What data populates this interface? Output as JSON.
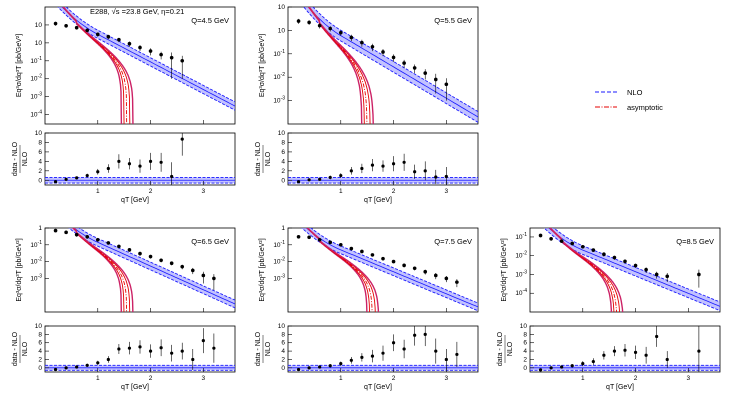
{
  "figure": {
    "title_text": "E288, √s =23.8 GeV, η=0.21",
    "upper_ylabel": "Eq³σ/dq³T [pb/GeV²]",
    "lower_ylabel_top": "data - NLO",
    "lower_ylabel_bottom": "NLO",
    "xlabel": "qT [GeV]",
    "colors": {
      "nlo": "#1a1aff",
      "nlo_band": "#8f8fff",
      "asymptotic": "#e60000",
      "asym_band": "#cc2266",
      "data": "#000000"
    }
  },
  "legend": {
    "nlo": "NLO",
    "asymptotic": "asymptotic"
  },
  "chart_data": [
    {
      "type": "scatter",
      "panel_label": "Q=4.5 GeV",
      "x_ticks": [
        "1",
        "2",
        "3"
      ],
      "y_log": true,
      "ylim_upper": [
        3e-05,
        100
      ],
      "upper_ticks": [
        {
          "e": 1,
          "label": "10",
          "sup": ""
        },
        {
          "e": 0,
          "label": "10",
          "sup": ""
        },
        {
          "e": -1,
          "label": "10",
          "sup": "-1"
        },
        {
          "e": -2,
          "label": "10",
          "sup": "-2"
        },
        {
          "e": -3,
          "label": "10",
          "sup": "-3"
        },
        {
          "e": -4,
          "label": "10",
          "sup": "-4"
        }
      ],
      "lower_ylim": [
        -1,
        10
      ],
      "lower_ticks": [
        "0",
        "2",
        "4",
        "6",
        "8",
        "10"
      ],
      "series": [
        {
          "name": "data",
          "x": [
            0.2,
            0.4,
            0.6,
            0.8,
            1.0,
            1.2,
            1.4,
            1.6,
            1.8,
            2.0,
            2.2,
            2.4,
            2.6
          ],
          "y": [
            12,
            9,
            7,
            5,
            3,
            2.2,
            1.5,
            0.9,
            0.55,
            0.35,
            0.22,
            0.15,
            0.1
          ],
          "yerr": [
            3,
            2,
            1.5,
            1,
            0.8,
            0.6,
            0.4,
            0.3,
            0.2,
            0.15,
            0.1,
            0.14,
            0.09
          ]
        },
        {
          "name": "NLO",
          "y_at_1": 3,
          "y_at_xmax": 0.0003
        },
        {
          "name": "asymptotic",
          "x_end": 1.55
        }
      ],
      "ratio": {
        "x": [
          0.2,
          0.4,
          0.6,
          0.8,
          1.0,
          1.2,
          1.4,
          1.6,
          1.8,
          2.0,
          2.2,
          2.4,
          2.6
        ],
        "y": [
          -0.3,
          0.2,
          0.5,
          1.0,
          1.8,
          2.5,
          4.0,
          3.5,
          3.0,
          4.0,
          3.8,
          0.8,
          8.7
        ],
        "yerr": [
          0.2,
          0.2,
          0.3,
          0.4,
          0.6,
          0.9,
          1.5,
          1.2,
          1.4,
          1.8,
          2.0,
          3.0,
          3.5
        ]
      }
    },
    {
      "type": "scatter",
      "panel_label": "Q=5.5 GeV",
      "x_ticks": [
        "1",
        "2",
        "3"
      ],
      "y_log": true,
      "ylim_upper": [
        0.0001,
        10
      ],
      "upper_ticks": [
        {
          "e": 1,
          "label": "10",
          "sup": ""
        },
        {
          "e": 0,
          "label": "10",
          "sup": ""
        },
        {
          "e": -1,
          "label": "10",
          "sup": "-1"
        },
        {
          "e": -2,
          "label": "10",
          "sup": "-2"
        },
        {
          "e": -3,
          "label": "10",
          "sup": "-3"
        }
      ],
      "lower_ylim": [
        -1,
        10
      ],
      "lower_ticks": [
        "0",
        "2",
        "4",
        "6",
        "8",
        "10"
      ],
      "series": [
        {
          "name": "data",
          "x": [
            0.2,
            0.4,
            0.6,
            0.8,
            1.0,
            1.2,
            1.4,
            1.6,
            1.8,
            2.0,
            2.2,
            2.4,
            2.6,
            2.8,
            3.0
          ],
          "y": [
            2.5,
            2.2,
            1.6,
            1.2,
            0.8,
            0.5,
            0.3,
            0.2,
            0.12,
            0.07,
            0.04,
            0.025,
            0.015,
            0.008,
            0.005
          ],
          "yerr": [
            0.6,
            0.5,
            0.4,
            0.3,
            0.2,
            0.15,
            0.1,
            0.07,
            0.04,
            0.025,
            0.015,
            0.01,
            0.007,
            0.006,
            0.004
          ]
        },
        {
          "name": "NLO",
          "y_at_1": 0.6,
          "y_at_xmax": 0.0002
        },
        {
          "name": "asymptotic",
          "x_end": 1.5
        }
      ],
      "ratio": {
        "x": [
          0.2,
          0.4,
          0.6,
          0.8,
          1.0,
          1.2,
          1.4,
          1.6,
          1.8,
          2.0,
          2.2,
          2.4,
          2.6,
          2.8,
          3.0
        ],
        "y": [
          -0.3,
          0.1,
          0.2,
          0.6,
          1.0,
          2.0,
          2.5,
          3.2,
          3.0,
          3.5,
          3.8,
          1.8,
          2.0,
          0.7,
          0.8
        ],
        "yerr": [
          0.2,
          0.2,
          0.3,
          0.4,
          0.5,
          0.8,
          1.0,
          1.3,
          1.2,
          1.6,
          1.8,
          1.5,
          2.0,
          1.5,
          2.0
        ]
      }
    },
    {
      "type": "scatter",
      "panel_label": "Q=6.5 GeV",
      "x_ticks": [
        "1",
        "2",
        "3"
      ],
      "y_log": true,
      "ylim_upper": [
        1e-05,
        1
      ],
      "upper_ticks": [
        {
          "e": 0,
          "label": "1",
          "sup": ""
        },
        {
          "e": -1,
          "label": "10",
          "sup": "-1"
        },
        {
          "e": -2,
          "label": "10",
          "sup": "-2"
        },
        {
          "e": -3,
          "label": "10",
          "sup": "-3"
        }
      ],
      "lower_ylim": [
        -1,
        10
      ],
      "lower_ticks": [
        "0",
        "2",
        "4",
        "6",
        "8",
        "10"
      ],
      "series": [
        {
          "name": "data",
          "x": [
            0.2,
            0.4,
            0.6,
            0.8,
            1.0,
            1.2,
            1.4,
            1.6,
            1.8,
            2.0,
            2.2,
            2.4,
            2.6,
            2.8,
            3.0,
            3.2
          ],
          "y": [
            0.7,
            0.55,
            0.4,
            0.3,
            0.2,
            0.13,
            0.08,
            0.05,
            0.03,
            0.02,
            0.012,
            0.008,
            0.005,
            0.003,
            0.0015,
            0.001
          ],
          "yerr": [
            0.15,
            0.12,
            0.1,
            0.07,
            0.05,
            0.03,
            0.02,
            0.012,
            0.008,
            0.005,
            0.003,
            0.002,
            0.0015,
            0.0012,
            0.001,
            0.0008
          ]
        },
        {
          "name": "NLO",
          "y_at_1": 0.14,
          "y_at_xmax": 3e-05
        },
        {
          "name": "asymptotic",
          "x_end": 1.55
        }
      ],
      "ratio": {
        "x": [
          0.2,
          0.4,
          0.6,
          0.8,
          1.0,
          1.2,
          1.4,
          1.6,
          1.8,
          2.0,
          2.2,
          2.4,
          2.6,
          2.8,
          3.0,
          3.2
        ],
        "y": [
          -0.4,
          0.0,
          0.2,
          0.6,
          1.2,
          2.0,
          4.5,
          4.7,
          5.0,
          4.0,
          4.8,
          3.5,
          4.0,
          2.0,
          6.5,
          4.7
        ],
        "yerr": [
          0.2,
          0.2,
          0.3,
          0.4,
          0.5,
          0.8,
          1.2,
          1.5,
          1.6,
          1.6,
          2.0,
          2.0,
          2.0,
          2.5,
          3.0,
          3.5
        ]
      }
    },
    {
      "type": "scatter",
      "panel_label": "Q=7.5 GeV",
      "x_ticks": [
        "1",
        "2",
        "3"
      ],
      "y_log": true,
      "ylim_upper": [
        1e-05,
        1
      ],
      "upper_ticks": [
        {
          "e": 0,
          "label": "1",
          "sup": ""
        },
        {
          "e": -1,
          "label": "10",
          "sup": "-1"
        },
        {
          "e": -2,
          "label": "10",
          "sup": "-2"
        },
        {
          "e": -3,
          "label": "10",
          "sup": "-3"
        }
      ],
      "lower_ylim": [
        -1,
        10
      ],
      "lower_ticks": [
        "0",
        "2",
        "4",
        "6",
        "8",
        "10"
      ],
      "series": [
        {
          "name": "data",
          "x": [
            0.2,
            0.4,
            0.6,
            0.8,
            1.0,
            1.2,
            1.4,
            1.6,
            1.8,
            2.0,
            2.2,
            2.4,
            2.6,
            2.8,
            3.0,
            3.2
          ],
          "y": [
            0.3,
            0.28,
            0.2,
            0.14,
            0.1,
            0.06,
            0.04,
            0.025,
            0.015,
            0.01,
            0.006,
            0.004,
            0.0025,
            0.0015,
            0.001,
            0.0006
          ],
          "yerr": [
            0.06,
            0.05,
            0.04,
            0.03,
            0.02,
            0.012,
            0.008,
            0.005,
            0.003,
            0.002,
            0.0015,
            0.001,
            0.0008,
            0.0006,
            0.0004,
            0.0003
          ]
        },
        {
          "name": "NLO",
          "y_at_1": 0.05,
          "y_at_xmax": 2e-05
        },
        {
          "name": "asymptotic",
          "x_end": 1.6
        }
      ],
      "ratio": {
        "x": [
          0.2,
          0.4,
          0.6,
          0.8,
          1.0,
          1.2,
          1.4,
          1.6,
          1.8,
          2.0,
          2.2,
          2.4,
          2.6,
          2.8,
          3.0,
          3.2
        ],
        "y": [
          -0.4,
          0.0,
          0.2,
          0.5,
          1.0,
          1.8,
          2.5,
          2.8,
          3.5,
          6.0,
          4.5,
          7.8,
          8.0,
          4.0,
          2.0,
          3.2
        ],
        "yerr": [
          0.2,
          0.2,
          0.3,
          0.4,
          0.5,
          0.8,
          1.0,
          1.5,
          1.8,
          2.0,
          2.2,
          2.5,
          2.8,
          3.0,
          2.5,
          3.0
        ]
      }
    },
    {
      "type": "scatter",
      "panel_label": "Q=8.5 GeV",
      "x_ticks": [
        "1",
        "2",
        "3"
      ],
      "y_log": true,
      "ylim_upper": [
        1e-05,
        0.3
      ],
      "upper_ticks": [
        {
          "e": -1,
          "label": "10",
          "sup": "-1"
        },
        {
          "e": -2,
          "label": "10",
          "sup": "-2"
        },
        {
          "e": -3,
          "label": "10",
          "sup": "-3"
        },
        {
          "e": -4,
          "label": "10",
          "sup": "-4"
        }
      ],
      "lower_ylim": [
        -1,
        10
      ],
      "lower_ticks": [
        "0",
        "2",
        "4",
        "6",
        "8",
        "10"
      ],
      "series": [
        {
          "name": "data",
          "x": [
            0.2,
            0.4,
            0.6,
            0.8,
            1.0,
            1.2,
            1.4,
            1.6,
            1.8,
            2.0,
            2.2,
            2.4,
            2.6,
            3.2
          ],
          "y": [
            0.12,
            0.08,
            0.06,
            0.045,
            0.03,
            0.02,
            0.012,
            0.008,
            0.005,
            0.003,
            0.0018,
            0.001,
            0.0008,
            0.001
          ],
          "yerr": [
            0.025,
            0.018,
            0.012,
            0.009,
            0.006,
            0.004,
            0.003,
            0.002,
            0.0012,
            0.0008,
            0.0006,
            0.0004,
            0.0004,
            0.0008
          ]
        },
        {
          "name": "NLO",
          "y_at_1": 0.02,
          "y_at_xmax": 2e-05
        },
        {
          "name": "asymptotic",
          "x_end": 1.65
        }
      ],
      "ratio": {
        "x": [
          0.2,
          0.4,
          0.6,
          0.8,
          1.0,
          1.2,
          1.4,
          1.6,
          1.8,
          2.0,
          2.2,
          2.4,
          2.6,
          3.2
        ],
        "y": [
          -0.5,
          0.0,
          0.2,
          0.5,
          1.0,
          1.5,
          3.0,
          4.0,
          4.2,
          3.7,
          3.0,
          7.5,
          2.0,
          4.0
        ],
        "yerr": [
          0.2,
          0.2,
          0.3,
          0.4,
          0.6,
          0.8,
          1.0,
          1.2,
          1.5,
          1.6,
          2.0,
          2.5,
          2.0,
          6.0
        ]
      }
    }
  ]
}
